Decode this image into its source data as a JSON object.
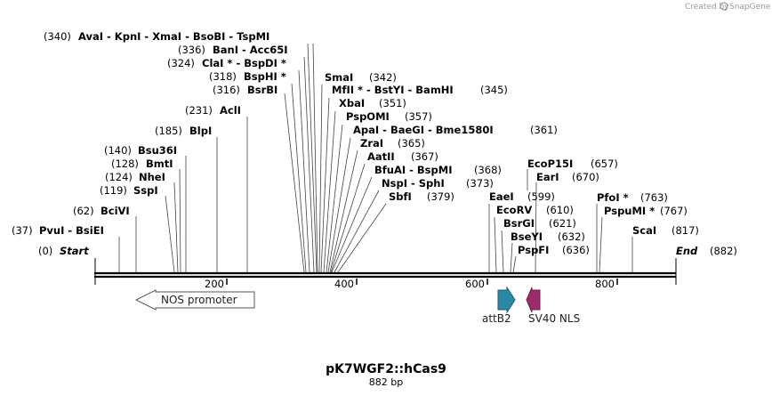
{
  "watermark": {
    "prefix": "Created by",
    "brand": "SnapGene"
  },
  "title": "pK7WGF2::hCas9",
  "subtitle": "882 bp",
  "ruler": [
    "200",
    "400",
    "600",
    "800"
  ],
  "features": {
    "nos": "NOS promoter",
    "attb2": "attB2",
    "sv40": "SV40 NLS"
  },
  "start": {
    "pos": "(0)",
    "name": "Start"
  },
  "end": {
    "pos": "(882)",
    "name": "End"
  },
  "sites": [
    {
      "pos": "(37)",
      "names": "PvuI  -  BsiEI"
    },
    {
      "pos": "(62)",
      "names": "BciVI"
    },
    {
      "pos": "(119)",
      "names": "SspI"
    },
    {
      "pos": "(124)",
      "names": "NheI"
    },
    {
      "pos": "(128)",
      "names": "BmtI"
    },
    {
      "pos": "(140)",
      "names": "Bsu36I"
    },
    {
      "pos": "(185)",
      "names": "BlpI"
    },
    {
      "pos": "(231)",
      "names": "AclI"
    },
    {
      "pos": "(316)",
      "names": "BsrBI"
    },
    {
      "pos": "(318)",
      "names": "BspHI *"
    },
    {
      "pos": "(324)",
      "names": "ClaI *  -  BspDI *"
    },
    {
      "pos": "(336)",
      "names": "BanI  -  Acc65I"
    },
    {
      "pos": "(340)",
      "names": "AvaI  -  KpnI  -  XmaI  -  BsoBI  -  TspMI"
    },
    {
      "pos": "(342)",
      "names": "SmaI"
    },
    {
      "pos": "(345)",
      "names": "MfII *  -  BstYI  -  BamHI"
    },
    {
      "pos": "(351)",
      "names": "XbaI"
    },
    {
      "pos": "(357)",
      "names": "PspOMI"
    },
    {
      "pos": "(361)",
      "names": "ApaI  -  BaeGI  -  Bme1580I"
    },
    {
      "pos": "(365)",
      "names": "ZraI"
    },
    {
      "pos": "(367)",
      "names": "AatII"
    },
    {
      "pos": "(368)",
      "names": "BfuAI  -  BspMI"
    },
    {
      "pos": "(373)",
      "names": "NspI  -  SphI"
    },
    {
      "pos": "(379)",
      "names": "SbfI"
    },
    {
      "pos": "(599)",
      "names": "EaeI"
    },
    {
      "pos": "(610)",
      "names": "EcoRV"
    },
    {
      "pos": "(621)",
      "names": "BsrGI"
    },
    {
      "pos": "(632)",
      "names": "BseYI"
    },
    {
      "pos": "(636)",
      "names": "PspFI"
    },
    {
      "pos": "(657)",
      "names": "EcoP15I"
    },
    {
      "pos": "(670)",
      "names": "EarI"
    },
    {
      "pos": "(763)",
      "names": "PfoI *"
    },
    {
      "pos": "(767)",
      "names": "PspuMI *"
    },
    {
      "pos": "(817)",
      "names": "ScaI"
    }
  ]
}
